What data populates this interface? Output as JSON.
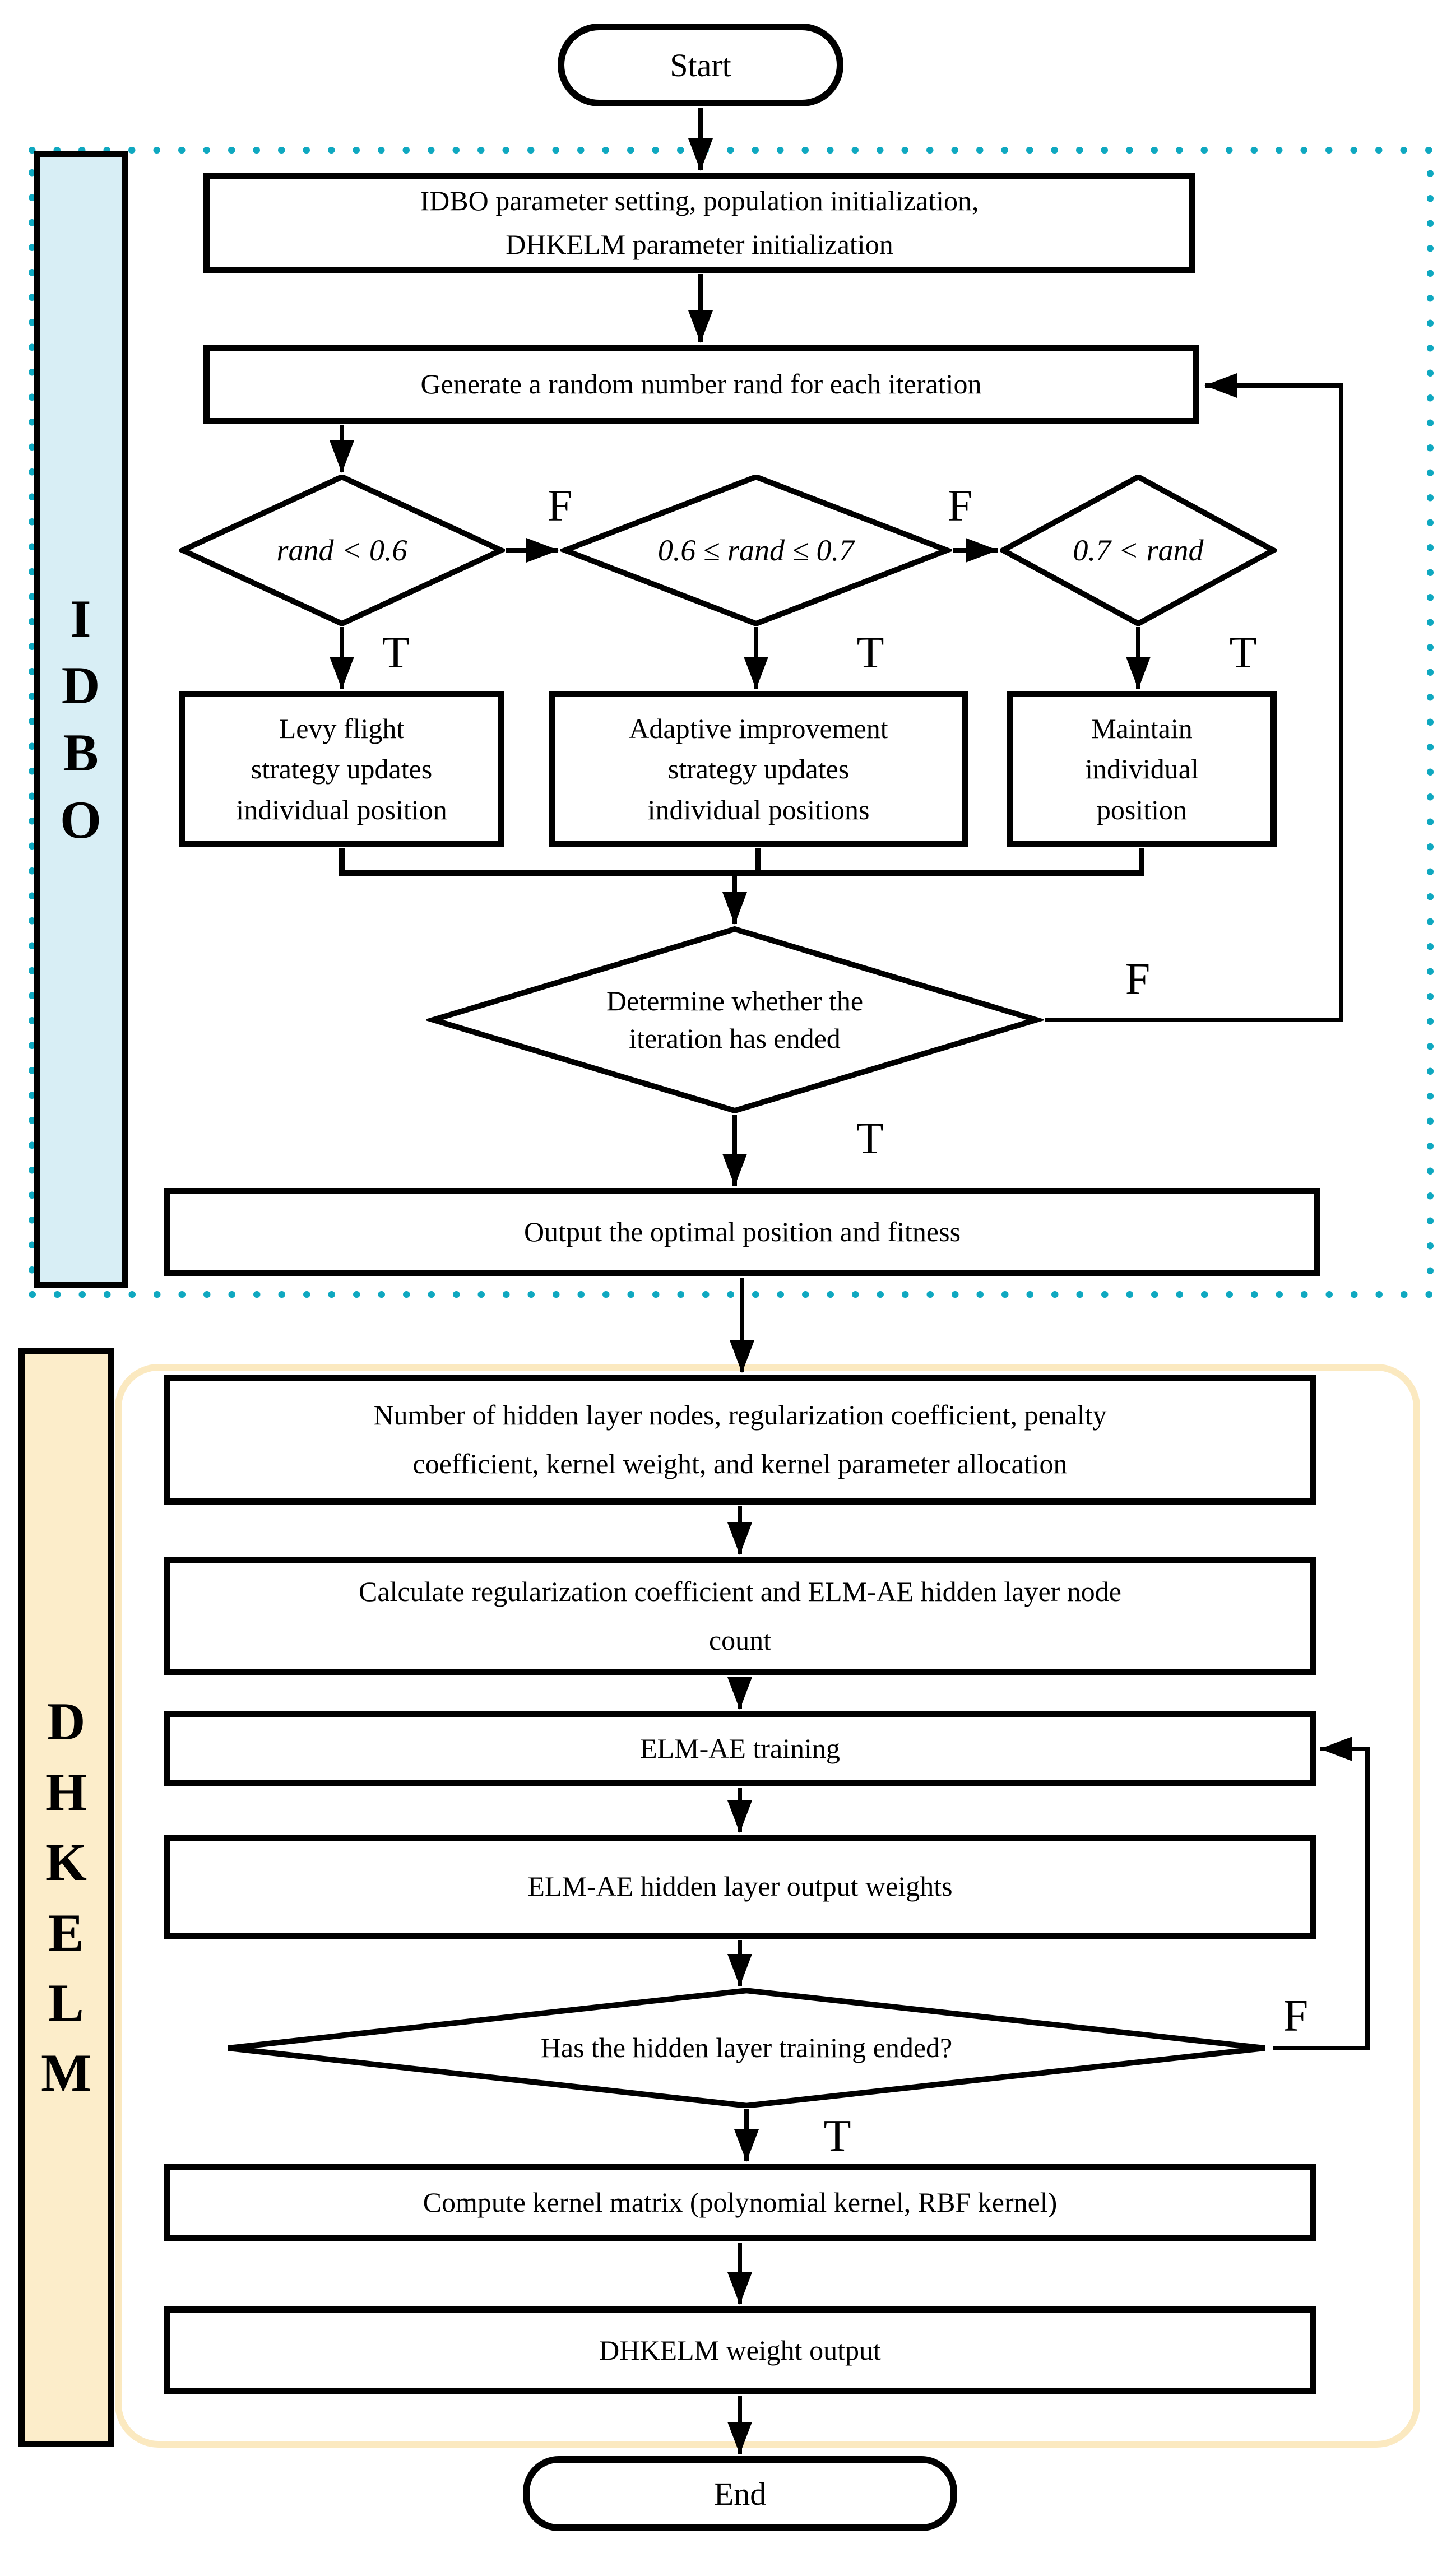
{
  "figure": {
    "type": "flowchart",
    "description": "IDBO optimized DHKELM algorithm flowchart"
  },
  "colors": {
    "background": "#ffffff",
    "line": "#000000",
    "idbo_region_dotted_border": "#0fa8c0",
    "idbo_strip_fill": "#d8eef5",
    "dhkelm_region_border": "#fbe9c0",
    "dhkelm_strip_fill": "#fcedca"
  },
  "sections": {
    "idbo": {
      "name": "IDBO",
      "letters": "I\nD\nB\nO"
    },
    "dhkelm": {
      "name": "DHKELM",
      "letters": "D\nH\nK\nE\nL\nM"
    }
  },
  "nodes": {
    "start": "Start",
    "init": "IDBO parameter setting, population initialization,\nDHKELM parameter initialization",
    "generate": "Generate a random number rand for each iteration",
    "cond_lt": "rand < 0.6",
    "cond_mid": "0.6 ≤ rand ≤ 0.7",
    "cond_gt": "0.7 < rand",
    "levy": "Levy flight\nstrategy updates\nindividual position",
    "adaptive": "Adaptive improvement\nstrategy updates\nindividual positions",
    "maintain": "Maintain\nindividual\nposition",
    "iter_check": "Determine whether the\niteration has ended",
    "output": "Output the optimal position and fitness",
    "alloc": "Number of hidden layer nodes, regularization coefficient, penalty\ncoefficient, kernel weight, and kernel parameter allocation",
    "calc": "Calculate regularization coefficient and ELM-AE hidden layer node\ncount",
    "train": "ELM-AE training",
    "weights": "ELM-AE hidden layer output weights",
    "hidden_check": "Has the hidden layer training ended?",
    "kernel": "Compute kernel matrix (polynomial kernel, RBF kernel)",
    "dhkelm_output": "DHKELM weight output",
    "end": "End"
  },
  "branch_labels": {
    "cond1_false": "F",
    "cond2_false": "F",
    "cond1_true": "T",
    "cond2_true": "T",
    "cond3_true": "T",
    "iter_false": "F",
    "iter_true": "T",
    "hidden_false": "F",
    "hidden_true": "T"
  }
}
